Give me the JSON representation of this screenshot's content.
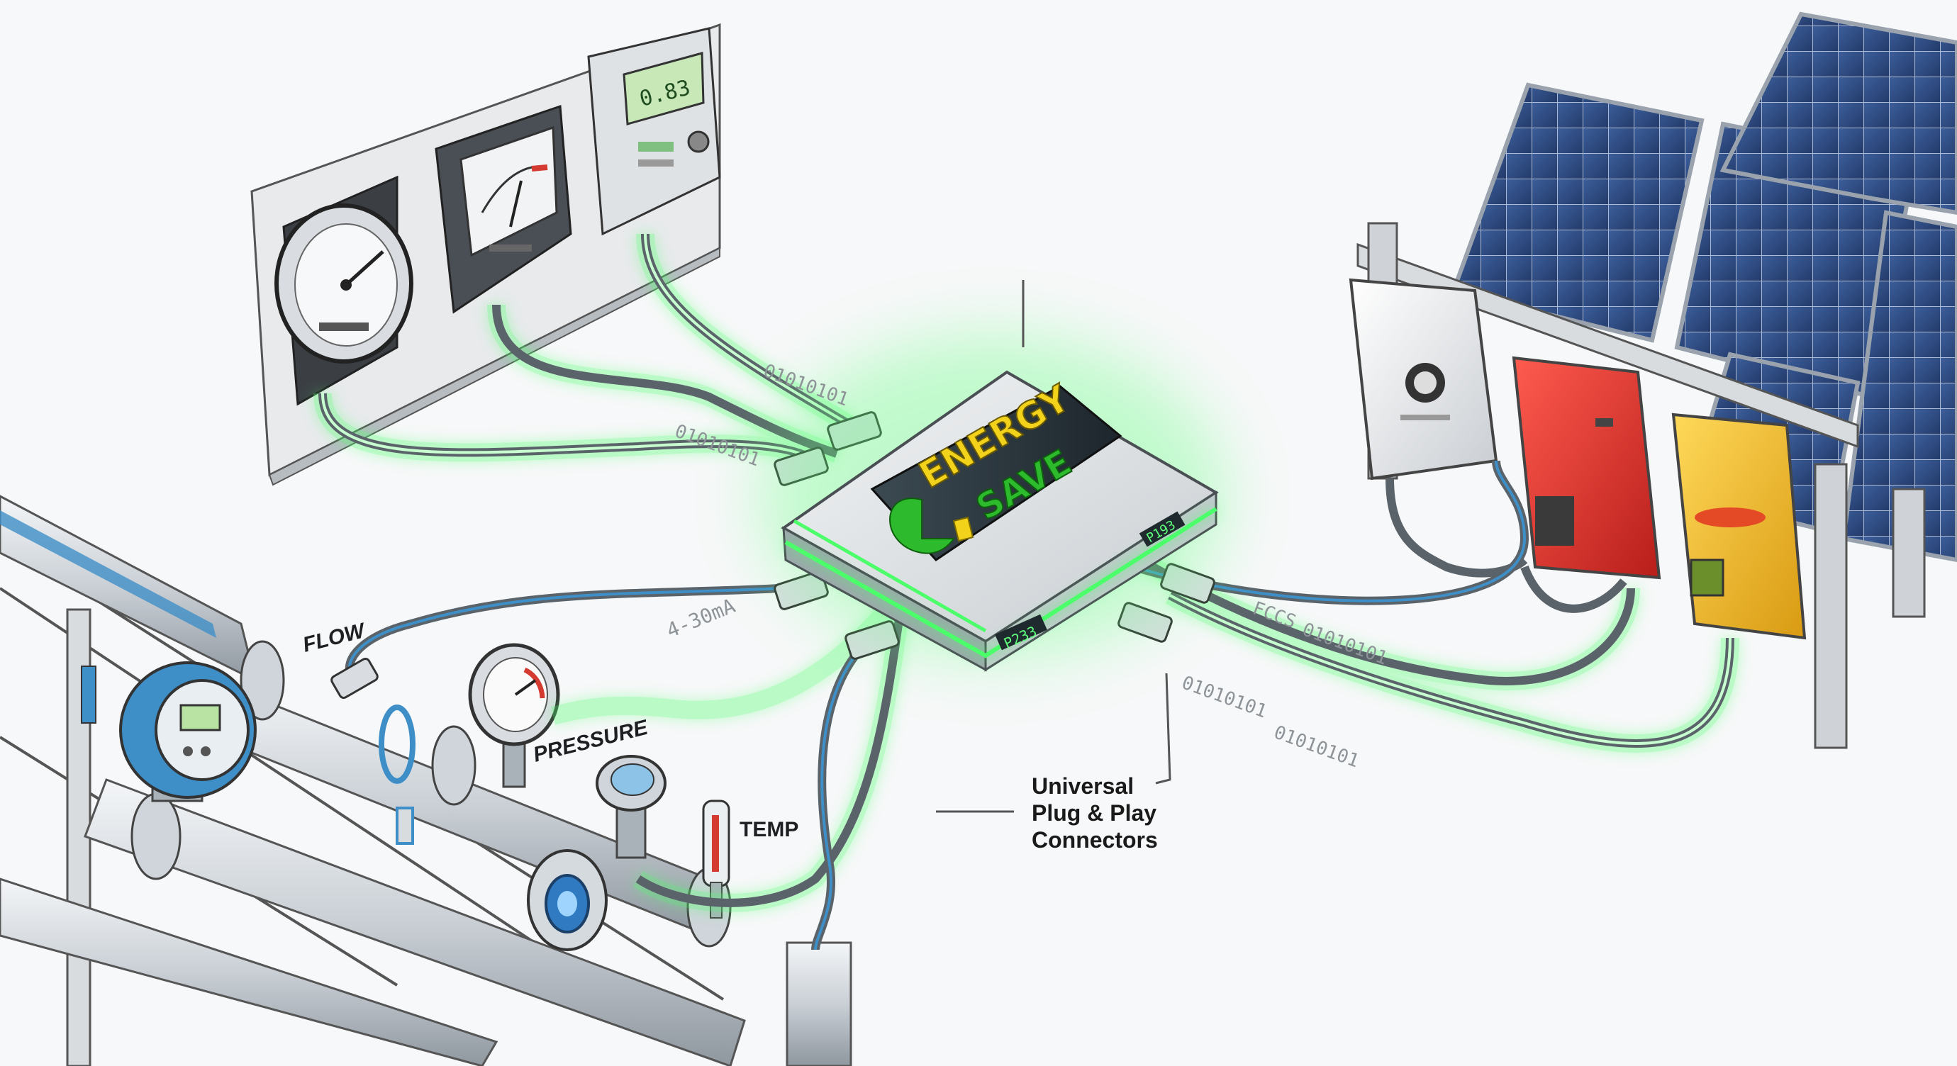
{
  "hub": {
    "brand_line1": "ENERGY",
    "brand_line2": "SAVE",
    "port_display_left": "P233",
    "port_display_right": "P193"
  },
  "labels": {
    "flow": "FLOW",
    "pressure": "PRESSURE",
    "temp": "TEMP",
    "signal": "4-30mA",
    "protocol": "FCCS"
  },
  "binary": {
    "b1": "01010101",
    "b2": "01010101",
    "b3": "01010101",
    "b4": "01010101",
    "b5": "01010101"
  },
  "callout": {
    "line1": "Universal",
    "line2": "Plug & Play",
    "line3": "Connectors"
  },
  "meters": {
    "digital_reading": "0.83"
  },
  "colors": {
    "glow_green": "#4cff6a",
    "brand_green": "#2dbb2d",
    "brand_yellow": "#f2d21b",
    "inverter_red": "#e5322d",
    "inverter_yellow": "#f6c02a",
    "pipe_blue": "#3e8fc7",
    "solar_blue": "#2f4f86"
  }
}
